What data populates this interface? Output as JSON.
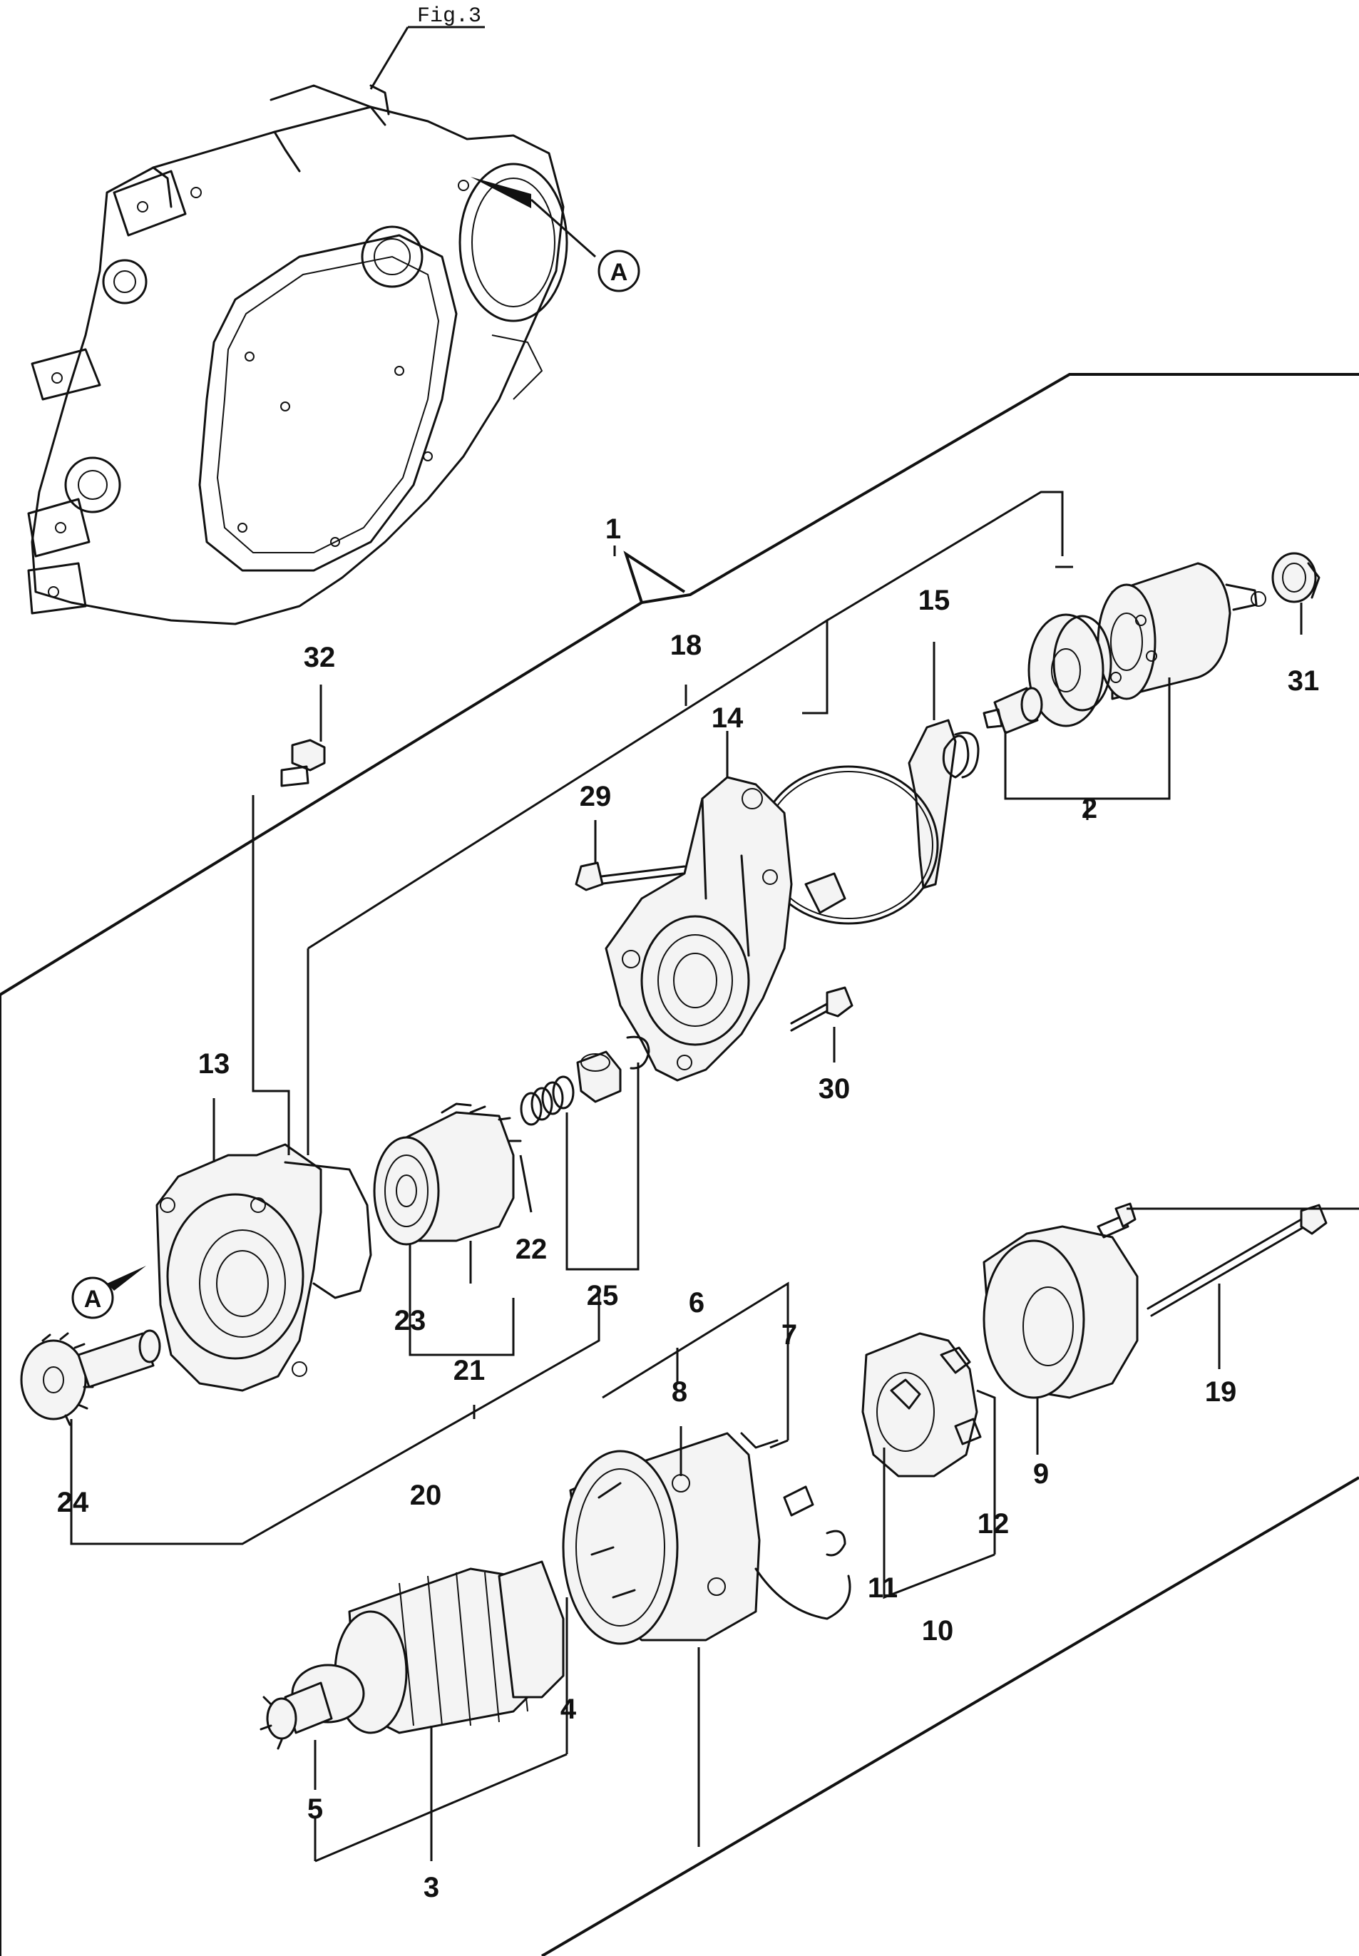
{
  "figure_ref": "Fig.3",
  "ref_mark": "A",
  "callouts": {
    "c1": "1",
    "c2": "2",
    "c3": "3",
    "c4": "4",
    "c5": "5",
    "c6": "6",
    "c7": "7",
    "c8": "8",
    "c9": "9",
    "c10": "10",
    "c11": "11",
    "c12": "12",
    "c13": "13",
    "c14": "14",
    "c15": "15",
    "c18": "18",
    "c19": "19",
    "c20": "20",
    "c21": "21",
    "c22": "22",
    "c23": "23",
    "c24": "24",
    "c25": "25",
    "c29": "29",
    "c30": "30",
    "c31": "31",
    "c32": "32"
  }
}
